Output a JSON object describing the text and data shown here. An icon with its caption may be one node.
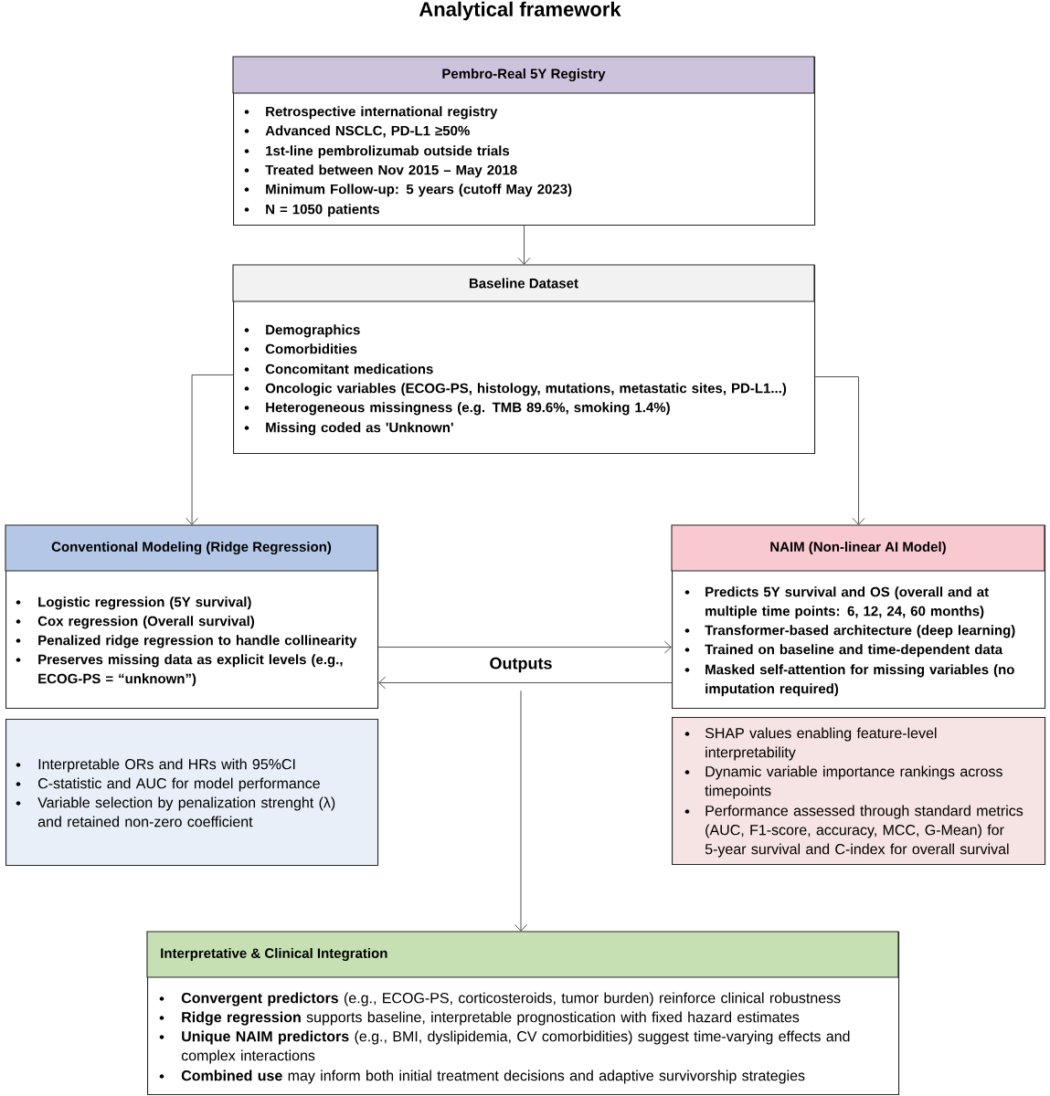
{
  "diagram": {
    "title": "Analytical framework",
    "nodes": [
      {
        "text": [
          "Pembro-Real 5Y Registry",
          "Retrospective international registry",
          "Advanced NSCLC, PD-L1 ≥50%",
          "1st-line pembrolizumab outside trials",
          "Treated between Nov 2015 – May 2018",
          "Minimum Follow-up: 5 years (cutoff May 2023)",
          "N = 1050 patients"
        ]
      },
      {
        "text": [
          "Baseline Dataset",
          "Demographics",
          "Comorbidities",
          "Concomitant medications",
          "Oncologic variables (ECOG-PS, histology, mutations, metastatic sites, PD-L1...)",
          "Heterogeneous missingness (e.g. TMB 89.6%, smoking 1.4%)",
          "Missing coded as 'Unknown'"
        ]
      },
      {
        "text": [
          "Conventional Modeling (Ridge Regression)",
          "Logistic regression (5Y survival)",
          "Cox regression (Overall survival)",
          "Penalized ridge regression to handle collinearity",
          "Preserves missing data as explicit levels (e.g., ECOG-PS = “unknown”)"
        ]
      },
      {
        "text": [
          "Interpretable ORs and HRs with 95%CI",
          "C-statistic and AUC for model performance",
          "Variable selection by penalization strenght (λ) and retained non-zero coefficient"
        ]
      },
      {
        "text": [
          "NAIM (Non-linear AI Model)",
          "Predicts 5Y survival and OS (overall and at multiple time points: 6, 12, 24, 60 months)",
          "Transformer-based architecture (deep learning)",
          "Trained on baseline and time-dependent data",
          "Masked self-attention for missing variables (no imputation required)"
        ]
      },
      {
        "text": [
          "SHAP values enabling feature-level interpretability",
          "Dynamic variable importance rankings across timepoints",
          "Performance assessed through standard metrics (AUC, F1-score, accuracy, MCC, G-Mean) for 5-year survival and C-index for overall survival"
        ]
      },
      {
        "text": [
          "Outputs"
        ]
      },
      {
        "text": [
          "Interpretative & Clinical Integration",
          "**Convergent predictors** (e.g., ECOG-PS, corticosteroids, tumor burden) reinforce clinical robustness",
          "**Ridge regression** supports baseline, interpretable prognostication with fixed hazard estimates",
          "**Unique NAIM predictors** (e.g., BMI, dyslipidemia, CV comorbidities) suggest time-varying effects and complex interactions",
          "**Combined use** may inform both initial treatment decisions and adaptive survivorship strategies"
        ]
      }
    ],
    "edges": [
      {
        "from": 0,
        "to": 1,
        "arrow": "to"
      },
      {
        "from": 1,
        "to": 2,
        "arrow": "to"
      },
      {
        "from": 1,
        "to": 4,
        "arrow": "to"
      },
      {
        "from": 2,
        "to": 4,
        "arrow": "to"
      },
      {
        "from": 4,
        "to": 2,
        "arrow": "to"
      },
      {
        "from": 6,
        "to": 7,
        "arrow": "to"
      }
    ]
  }
}
